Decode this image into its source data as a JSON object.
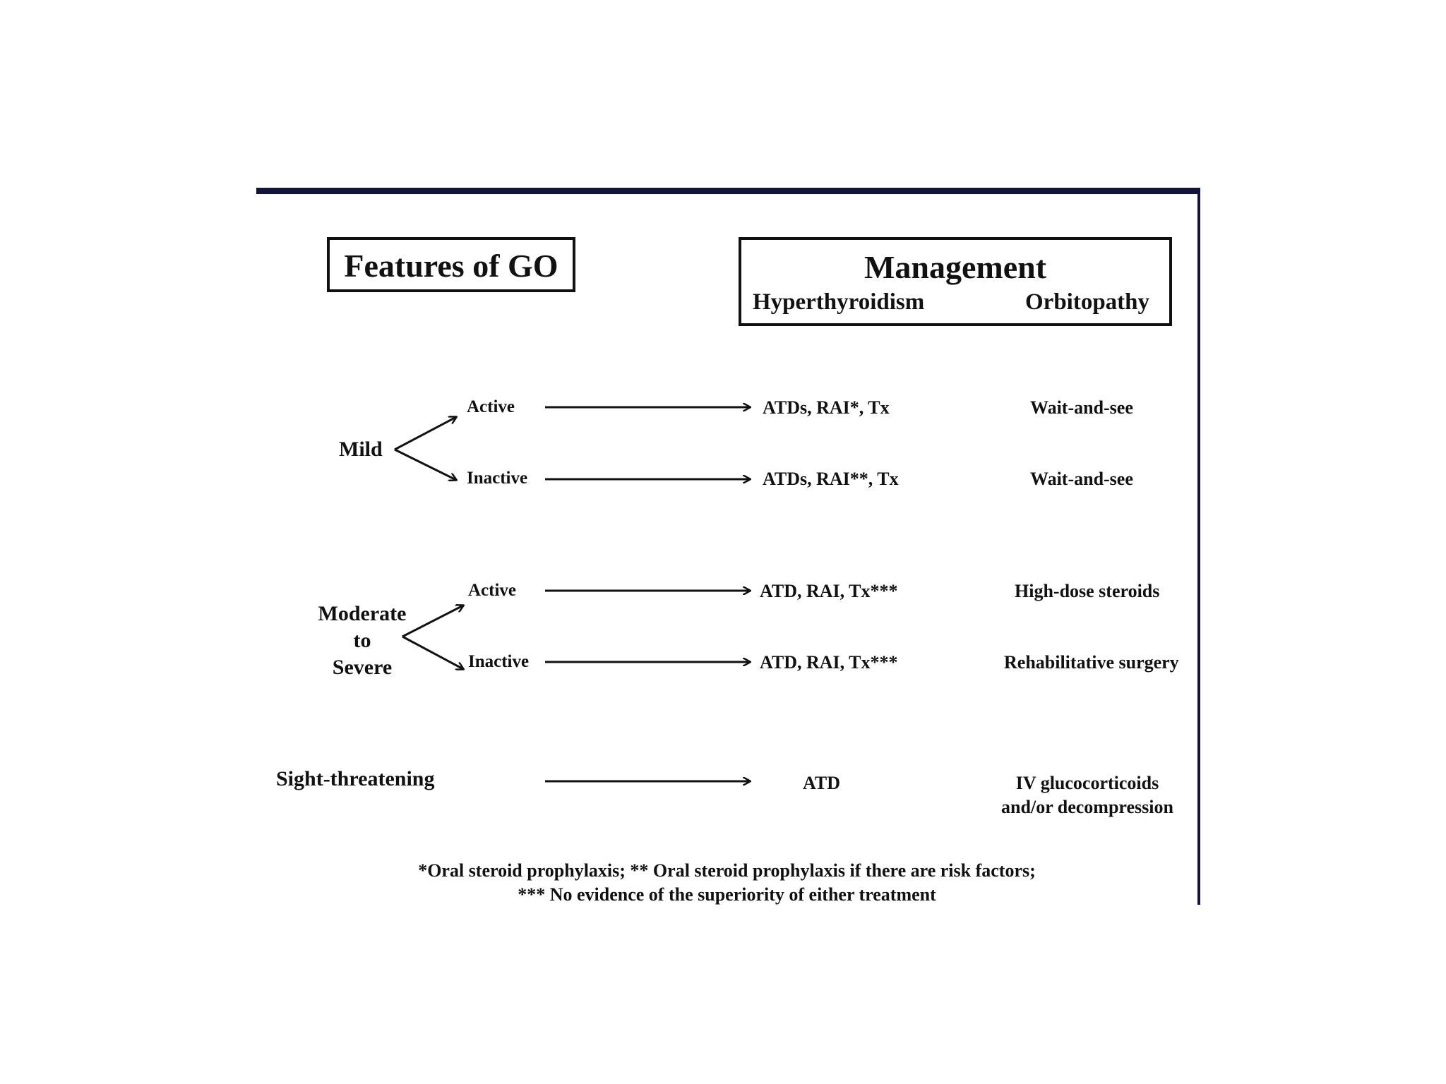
{
  "header": {
    "features_title": "Features of GO",
    "management_title": "Management",
    "col_hyperthyroidism": "Hyperthyroidism",
    "col_orbitopathy": "Orbitopathy"
  },
  "mild": {
    "label": "Mild",
    "active": {
      "label": "Active",
      "hyperthyroidism": "ATDs, RAI*, Tx",
      "orbitopathy": "Wait-and-see"
    },
    "inactive": {
      "label": "Inactive",
      "hyperthyroidism": "ATDs, RAI**, Tx",
      "orbitopathy": "Wait-and-see"
    }
  },
  "moderate": {
    "label_line1": "Moderate",
    "label_line2": "to",
    "label_line3": "Severe",
    "active": {
      "label": "Active",
      "hyperthyroidism": "ATD, RAI, Tx***",
      "orbitopathy": "High-dose steroids"
    },
    "inactive": {
      "label": "Inactive",
      "hyperthyroidism": "ATD, RAI, Tx***",
      "orbitopathy": "Rehabilitative surgery"
    }
  },
  "sight": {
    "label": "Sight-threatening",
    "hyperthyroidism": "ATD",
    "orbitopathy_line1": "IV glucocorticoids",
    "orbitopathy_line2": "and/or decompression"
  },
  "footnote": {
    "line1": "*Oral steroid prophylaxis; ** Oral steroid prophylaxis if there are risk factors;",
    "line2": "*** No evidence of the superiority of either treatment"
  },
  "colors": {
    "frame": "#14143a",
    "ink": "#111111"
  }
}
